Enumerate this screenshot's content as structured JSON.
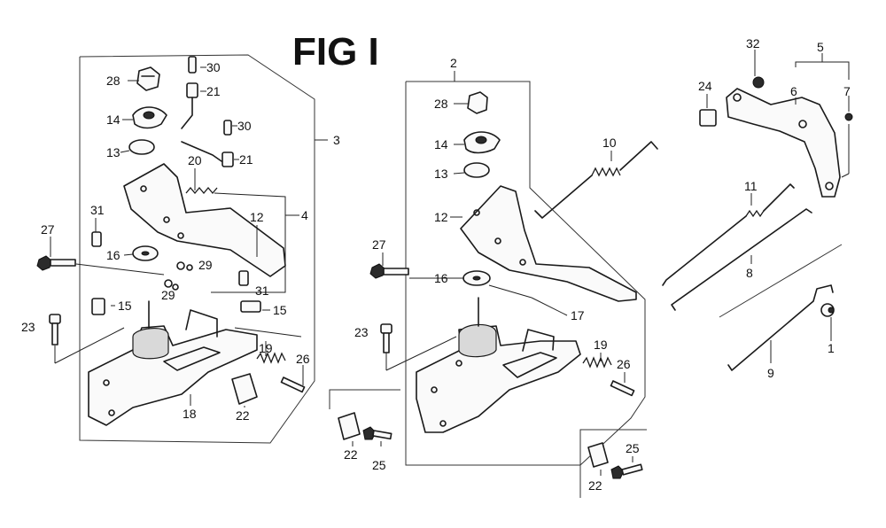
{
  "figure": {
    "title": "FIG I",
    "callouts": [
      {
        "id": "c28a",
        "label": "28"
      },
      {
        "id": "c30a",
        "label": "30"
      },
      {
        "id": "c21a",
        "label": "21"
      },
      {
        "id": "c14a",
        "label": "14"
      },
      {
        "id": "c30b",
        "label": "30"
      },
      {
        "id": "c3",
        "label": "3"
      },
      {
        "id": "c13a",
        "label": "13"
      },
      {
        "id": "c20",
        "label": "20"
      },
      {
        "id": "c21b",
        "label": "21"
      },
      {
        "id": "c31a",
        "label": "31"
      },
      {
        "id": "c12a",
        "label": "12"
      },
      {
        "id": "c4",
        "label": "4"
      },
      {
        "id": "c27a",
        "label": "27"
      },
      {
        "id": "c16a",
        "label": "16"
      },
      {
        "id": "c29a",
        "label": "29"
      },
      {
        "id": "c29b",
        "label": "29"
      },
      {
        "id": "c31b",
        "label": "31"
      },
      {
        "id": "c15a",
        "label": "15"
      },
      {
        "id": "c15b",
        "label": "15"
      },
      {
        "id": "c23a",
        "label": "23"
      },
      {
        "id": "c19a",
        "label": "19"
      },
      {
        "id": "c26a",
        "label": "26"
      },
      {
        "id": "c18",
        "label": "18"
      },
      {
        "id": "c22a",
        "label": "22"
      },
      {
        "id": "c2",
        "label": "2"
      },
      {
        "id": "c28b",
        "label": "28"
      },
      {
        "id": "c14b",
        "label": "14"
      },
      {
        "id": "c10",
        "label": "10"
      },
      {
        "id": "c13b",
        "label": "13"
      },
      {
        "id": "c12b",
        "label": "12"
      },
      {
        "id": "c27b",
        "label": "27"
      },
      {
        "id": "c16b",
        "label": "16"
      },
      {
        "id": "c17",
        "label": "17"
      },
      {
        "id": "c23b",
        "label": "23"
      },
      {
        "id": "c19b",
        "label": "19"
      },
      {
        "id": "c26b",
        "label": "26"
      },
      {
        "id": "c22b",
        "label": "22"
      },
      {
        "id": "c25a",
        "label": "25"
      },
      {
        "id": "c22c",
        "label": "22"
      },
      {
        "id": "c25b",
        "label": "25"
      },
      {
        "id": "c32",
        "label": "32"
      },
      {
        "id": "c5",
        "label": "5"
      },
      {
        "id": "c24",
        "label": "24"
      },
      {
        "id": "c6",
        "label": "6"
      },
      {
        "id": "c7",
        "label": "7"
      },
      {
        "id": "c11",
        "label": "11"
      },
      {
        "id": "c8",
        "label": "8"
      },
      {
        "id": "c1",
        "label": "1"
      },
      {
        "id": "c9",
        "label": "9"
      }
    ]
  }
}
